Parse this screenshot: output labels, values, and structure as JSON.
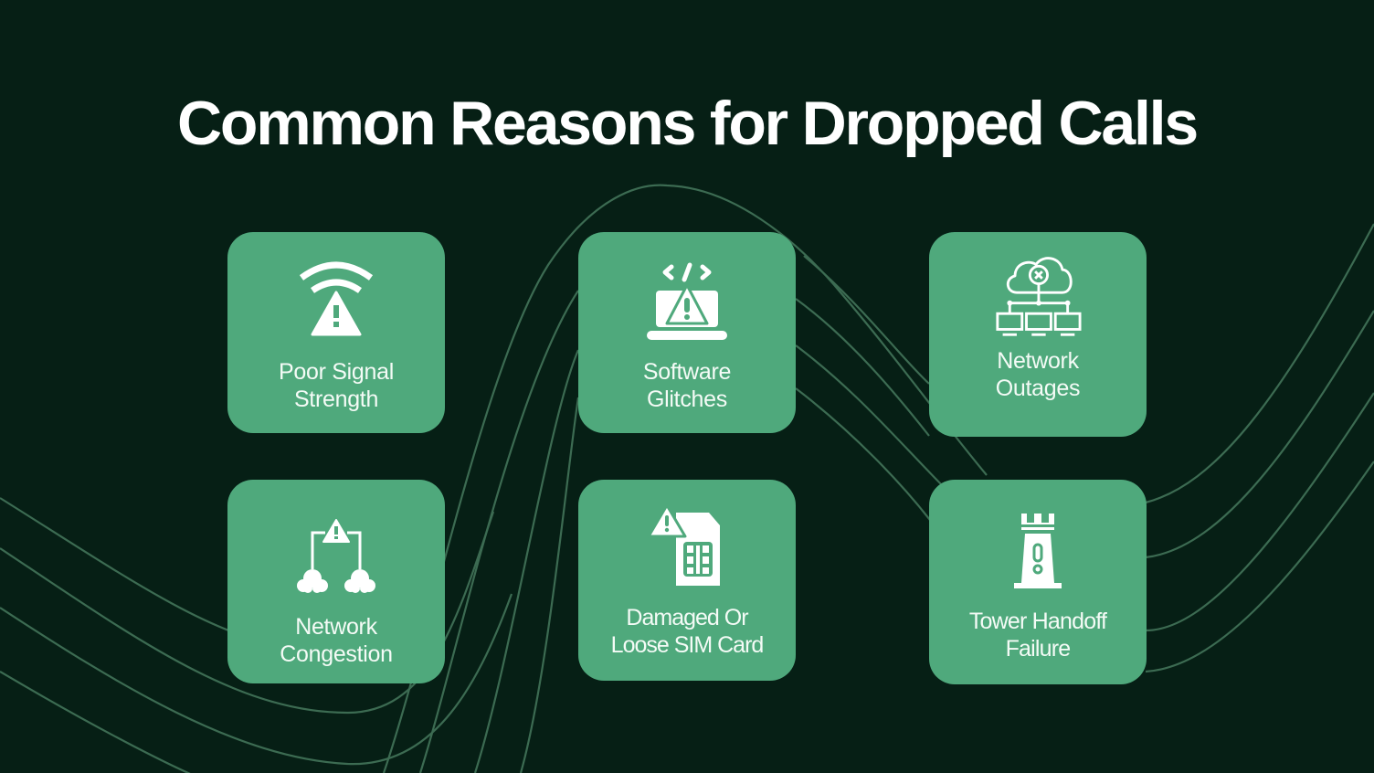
{
  "slide": {
    "title": "Common Reasons for Dropped Calls",
    "colors": {
      "background": "#061f15",
      "card": "#4fa97c",
      "wave_lines": "#3c6b52",
      "text": "#ffffff"
    }
  },
  "cards": [
    {
      "label_line1": "Poor Signal",
      "label_line2": "Strength",
      "icon": "wifi-warning-icon"
    },
    {
      "label_line1": "Software",
      "label_line2": "Glitches",
      "icon": "laptop-code-warning-icon"
    },
    {
      "label_line1": "Network",
      "label_line2": "Outages",
      "icon": "cloud-network-error-icon"
    },
    {
      "label_line1": "Network",
      "label_line2": "Congestion",
      "icon": "cloud-congestion-warning-icon"
    },
    {
      "label_line1": "Damaged Or",
      "label_line2": "Loose SIM Card",
      "icon": "sim-card-warning-icon"
    },
    {
      "label_line1": "Tower Handoff",
      "label_line2": "Failure",
      "icon": "tower-icon"
    }
  ]
}
